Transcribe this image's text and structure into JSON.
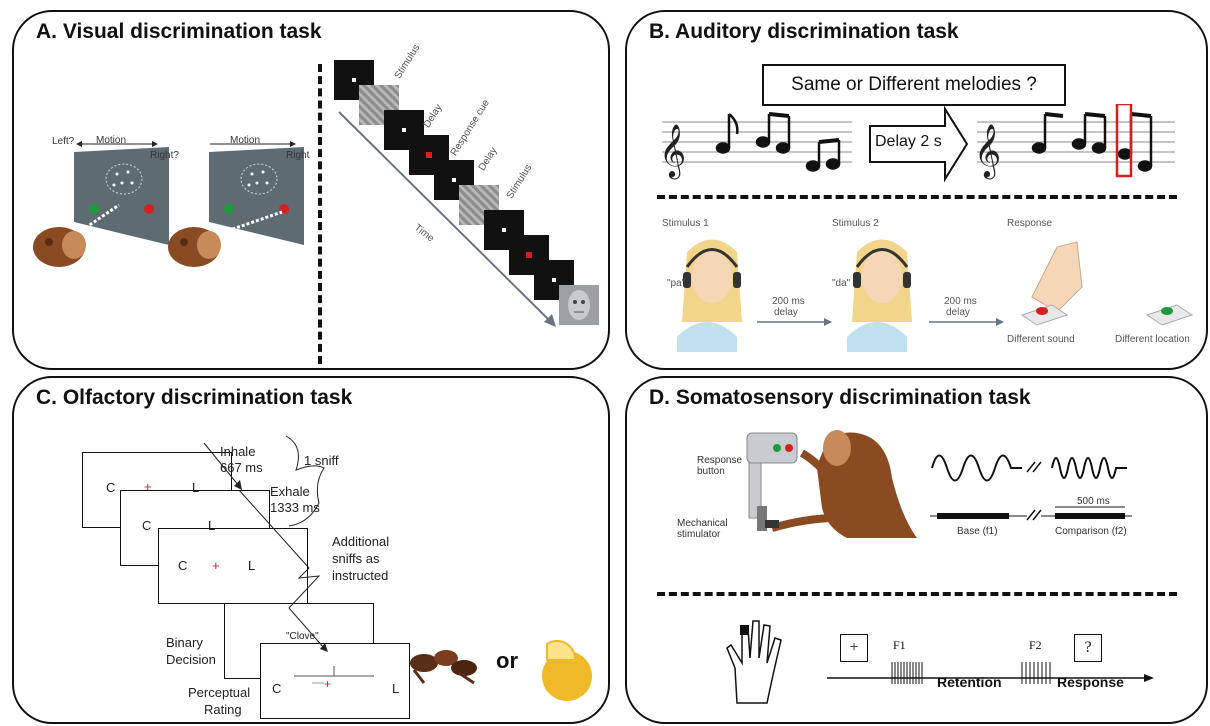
{
  "panels": {
    "a": {
      "title": "A. Visual discrimination task",
      "left_q": "Left?",
      "motion1": "Motion",
      "right_q": "Right?",
      "motion2": "Motion",
      "right2": "Right",
      "steps": [
        "Stimulus",
        "Delay",
        "Response cue",
        "Delay",
        "Stimulus"
      ],
      "time": "Time"
    },
    "b": {
      "title": "B. Auditory discrimination task",
      "question": "Same or Different melodies ?",
      "delay": "Delay 2 s",
      "stimulus1": "Stimulus 1",
      "stimulus2": "Stimulus 2",
      "response": "Response",
      "syllable1": "\"pa\"",
      "syllable2": "\"da\"",
      "delay_ms1": "200 ms",
      "delay_word1": "delay",
      "delay_ms2": "200 ms",
      "delay_word2": "delay",
      "diff_sound": "Different sound",
      "diff_location": "Different location"
    },
    "c": {
      "title": "C. Olfactory discrimination task",
      "inhale": "Inhale",
      "inhale_ms": "667 ms",
      "sniff": "1 sniff",
      "exhale": "Exhale",
      "exhale_ms": "1333 ms",
      "additional1": "Additional",
      "additional2": "sniffs as",
      "additional3": "instructed",
      "screen_c": "C",
      "screen_l": "L",
      "clove": "\"Clove\"",
      "binary1": "Binary",
      "binary2": "Decision",
      "perceptual1": "Perceptual",
      "perceptual2": "Rating",
      "or": "or"
    },
    "d": {
      "title": "D. Somatosensory discrimination task",
      "response_btn1": "Response",
      "response_btn2": "button",
      "mech1": "Mechanical",
      "mech2": "stimulator",
      "ms500": "500 ms",
      "base": "Base (f1)",
      "comparison": "Comparison (f2)",
      "plus": "+",
      "f1": "F1",
      "f2": "F2",
      "question": "?",
      "retention": "Retention",
      "response": "Response"
    }
  },
  "colors": {
    "border": "#111111",
    "screen_gray": "#5f6b73",
    "red_dot": "#d62020",
    "green_dot": "#1f9a3a",
    "monkey": "#8a4a22",
    "skin": "#f5d7b8",
    "hair": "#f2d48a",
    "shirt": "#bfe0ef",
    "arrow_gray": "#6a7480"
  }
}
